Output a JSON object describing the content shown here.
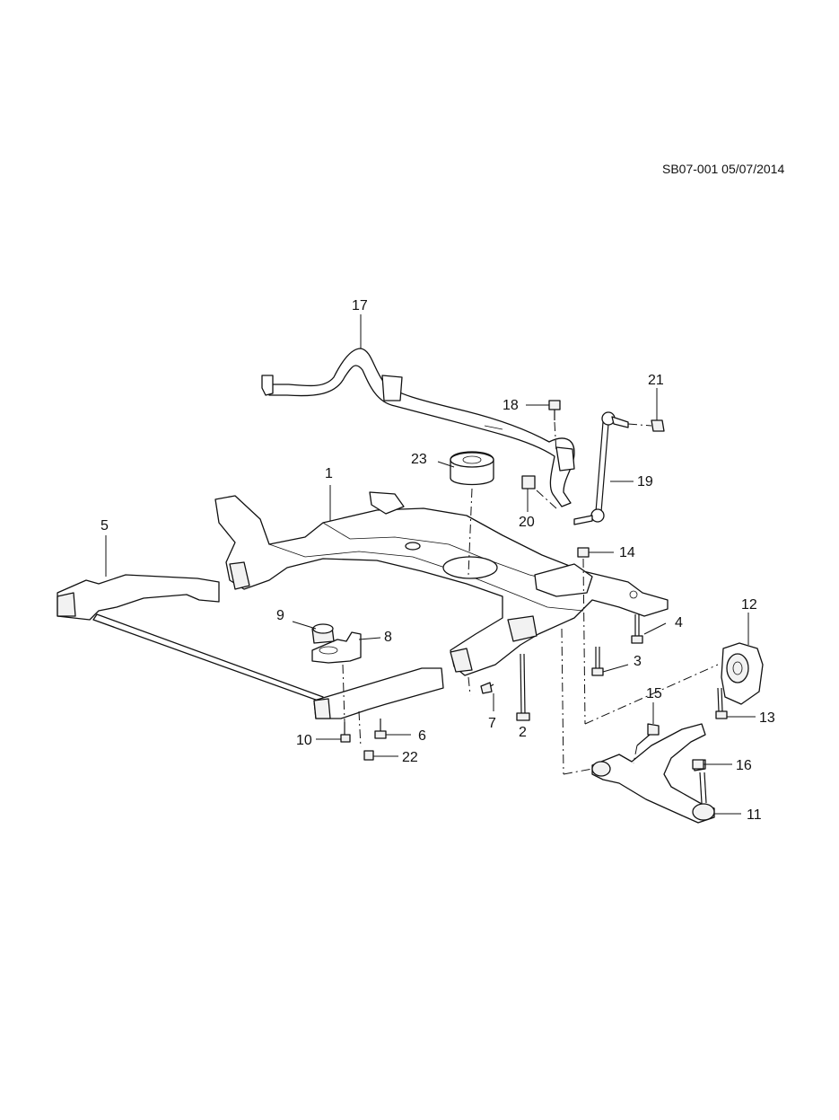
{
  "header": {
    "doc_id": "SB07-001  05/07/2014"
  },
  "callouts": [
    {
      "key": "c1",
      "label": "1"
    },
    {
      "key": "c2",
      "label": "2"
    },
    {
      "key": "c3",
      "label": "3"
    },
    {
      "key": "c4",
      "label": "4"
    },
    {
      "key": "c5",
      "label": "5"
    },
    {
      "key": "c6",
      "label": "6"
    },
    {
      "key": "c7",
      "label": "7"
    },
    {
      "key": "c8",
      "label": "8"
    },
    {
      "key": "c9",
      "label": "9"
    },
    {
      "key": "c10",
      "label": "10"
    },
    {
      "key": "c11",
      "label": "11"
    },
    {
      "key": "c12",
      "label": "12"
    },
    {
      "key": "c13",
      "label": "13"
    },
    {
      "key": "c14",
      "label": "14"
    },
    {
      "key": "c15",
      "label": "15"
    },
    {
      "key": "c16",
      "label": "16"
    },
    {
      "key": "c17",
      "label": "17"
    },
    {
      "key": "c18",
      "label": "18"
    },
    {
      "key": "c19",
      "label": "19"
    },
    {
      "key": "c20",
      "label": "20"
    },
    {
      "key": "c21",
      "label": "21"
    },
    {
      "key": "c22",
      "label": "22"
    },
    {
      "key": "c23",
      "label": "23"
    }
  ]
}
